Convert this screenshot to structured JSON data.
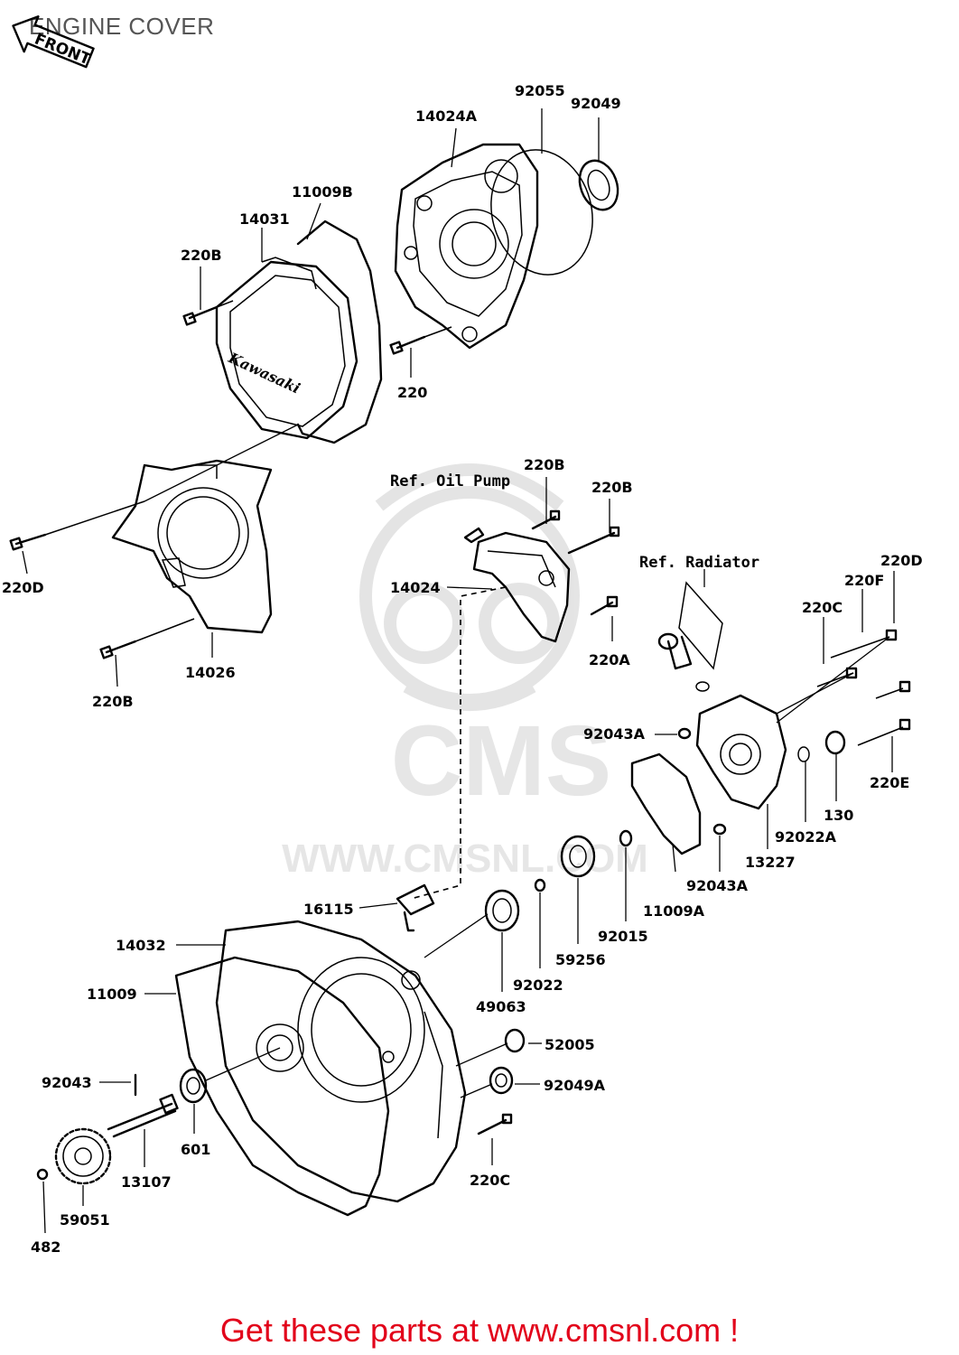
{
  "title": "ENGINE COVER",
  "front_arrow": "FRONT",
  "watermark": {
    "logo": "CMS",
    "url": "WWW.CMSNL.COM"
  },
  "cover_brand": "Kawasaki",
  "references": {
    "oil_pump": "Ref. Oil Pump",
    "radiator": "Ref. Radiator"
  },
  "labels": {
    "p92055": "92055",
    "p92049": "92049",
    "p14024A": "14024A",
    "p11009B": "11009B",
    "p14031": "14031",
    "p220B_a": "220B",
    "p220_a": "220",
    "p220D_a": "220D",
    "p220B_b": "220B",
    "p14026": "14026",
    "p220B_c": "220B",
    "p220B_d": "220B",
    "p14024": "14024",
    "p220A": "220A",
    "p220D_b": "220D",
    "p220F": "220F",
    "p220C_a": "220C",
    "p92043A_a": "92043A",
    "p220E": "220E",
    "p130": "130",
    "p92022A": "92022A",
    "p13227": "13227",
    "p92043A_b": "92043A",
    "p11009A": "11009A",
    "p92015": "92015",
    "p59256": "59256",
    "p92022": "92022",
    "p49063": "49063",
    "p16115": "16115",
    "p14032": "14032",
    "p11009": "11009",
    "p52005": "52005",
    "p92049A": "92049A",
    "p92043": "92043",
    "p601": "601",
    "p13107": "13107",
    "p220C_b": "220C",
    "p59051": "59051",
    "p482": "482"
  },
  "footer": "Get these parts at www.cmsnl.com !"
}
